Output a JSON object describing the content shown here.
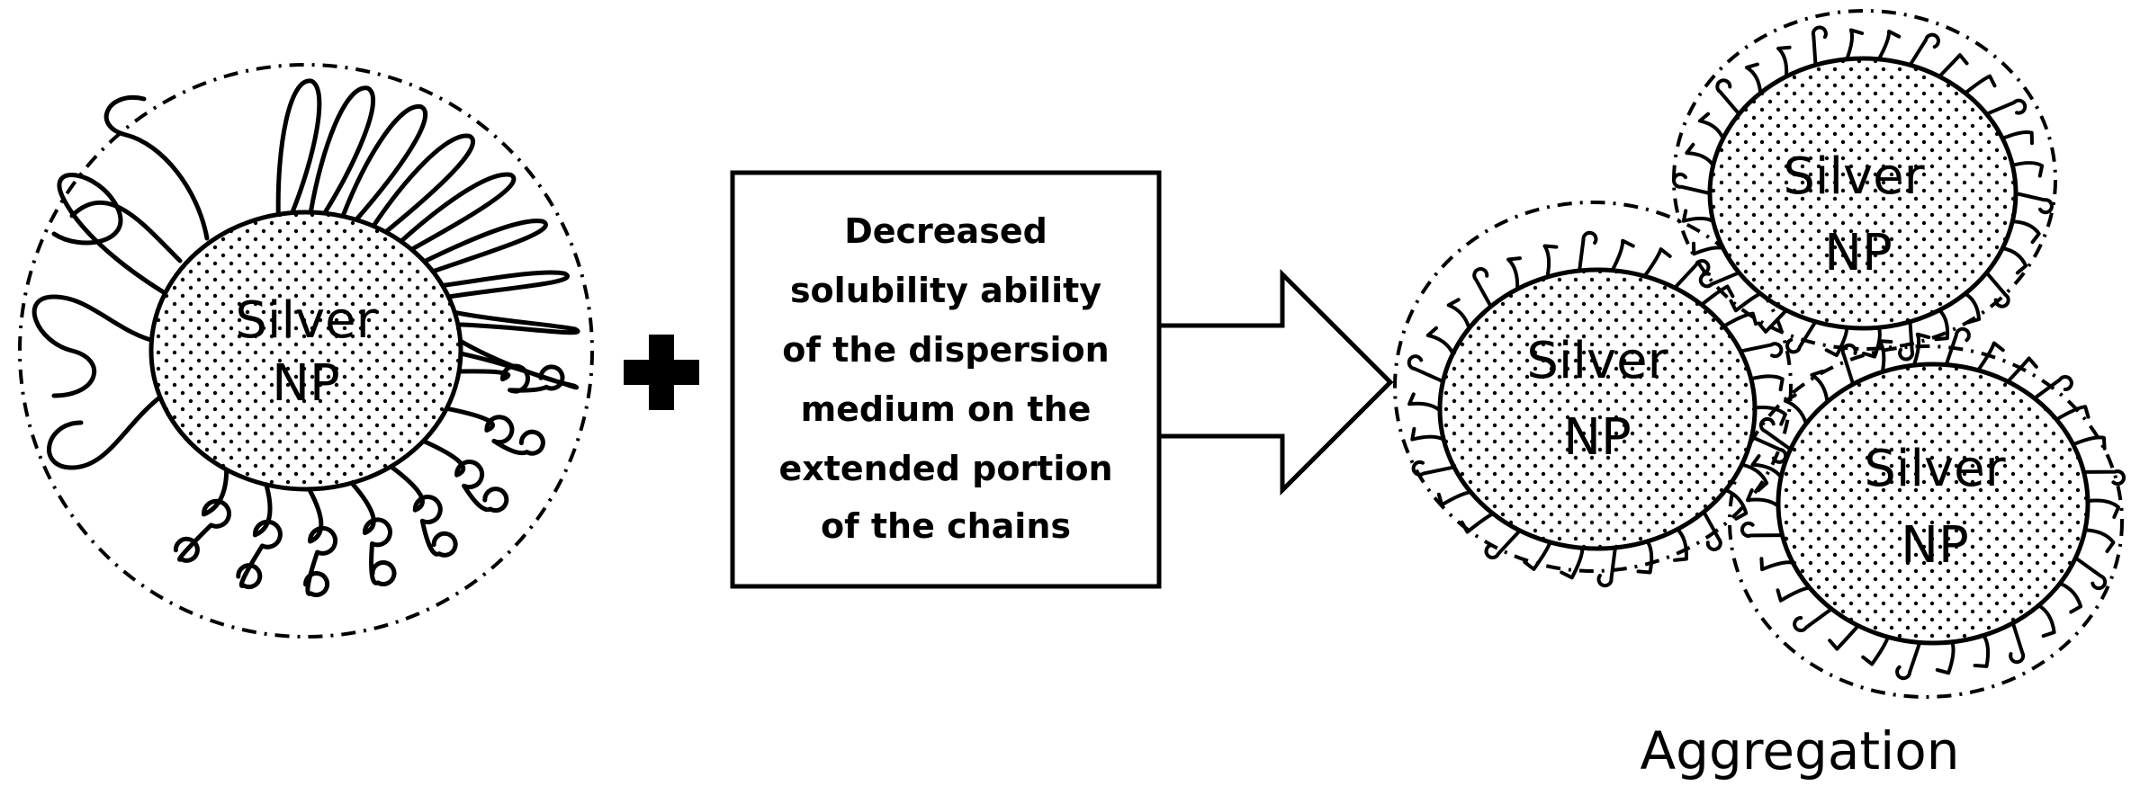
{
  "diagram": {
    "single_particle": {
      "label_line1": "Silver",
      "label_line2": "NP"
    },
    "operator": {
      "symbol": "plus"
    },
    "condition_box": {
      "lines": [
        "Decreased",
        "solubility ability",
        "of the dispersion",
        "medium on the",
        "extended portion",
        "of the chains"
      ]
    },
    "aggregate": {
      "particles": [
        {
          "label_line1": "Silver",
          "label_line2": "NP"
        },
        {
          "label_line1": "Silver",
          "label_line2": "NP"
        },
        {
          "label_line1": "Silver",
          "label_line2": "NP"
        }
      ],
      "caption": "Aggregation"
    },
    "colors": {
      "ink": "#000000",
      "background": "#ffffff"
    }
  }
}
